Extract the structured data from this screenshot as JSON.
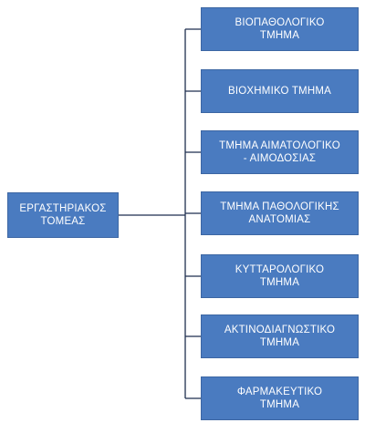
{
  "diagram": {
    "root": {
      "label": "ΕΡΓΑΣΤΗΡΙΑΚΟΣ\nΤΟΜΕΑΣ"
    },
    "departments": [
      {
        "label": "ΒΙΟΠΑΘΟΛΟΓΙΚΟ\nΤΜΗΜΑ"
      },
      {
        "label": "ΒΙΟΧΗΜΙΚΟ ΤΜΗΜΑ"
      },
      {
        "label": "ΤΜΗΜΑ ΑΙΜΑΤΟΛΟΓΙΚΟ\n- ΑΙΜΟΔΟΣΙΑΣ"
      },
      {
        "label": "ΤΜΗΜΑ ΠΑΘΟΛΟΓΙΚΗΣ\nΑΝΑΤΟΜΙΑΣ"
      },
      {
        "label": "ΚΥΤΤΑΡΟΛΟΓΙΚΟ\nΤΜΗΜΑ"
      },
      {
        "label": "ΑΚΤΙΝΟΔΙΑΓΝΩΣΤΙΚΟ\nΤΜΗΜΑ"
      },
      {
        "label": "ΦΑΡΜΑΚΕΥΤΙΚΟ\nΤΜΗΜΑ"
      }
    ],
    "colors": {
      "box_fill": "#4a7bc0",
      "box_text": "#ffffff",
      "connector": "#1f2f4f"
    }
  }
}
